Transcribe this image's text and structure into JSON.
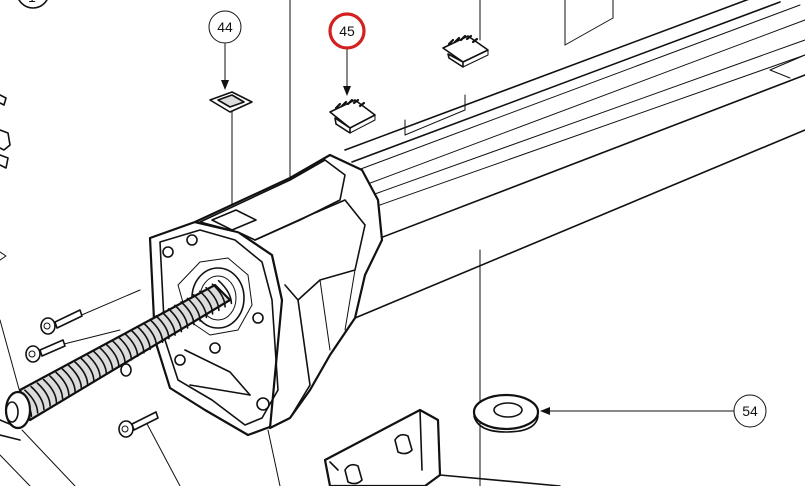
{
  "callouts": {
    "c44": {
      "label": "44",
      "highlighted": false
    },
    "c45": {
      "label": "45",
      "highlighted": true
    },
    "c54": {
      "label": "54",
      "highlighted": false
    },
    "c_partial": {
      "label": "1"
    }
  },
  "colors": {
    "line": "#111111",
    "highlight": "#d32020",
    "background": "#ffffff"
  }
}
